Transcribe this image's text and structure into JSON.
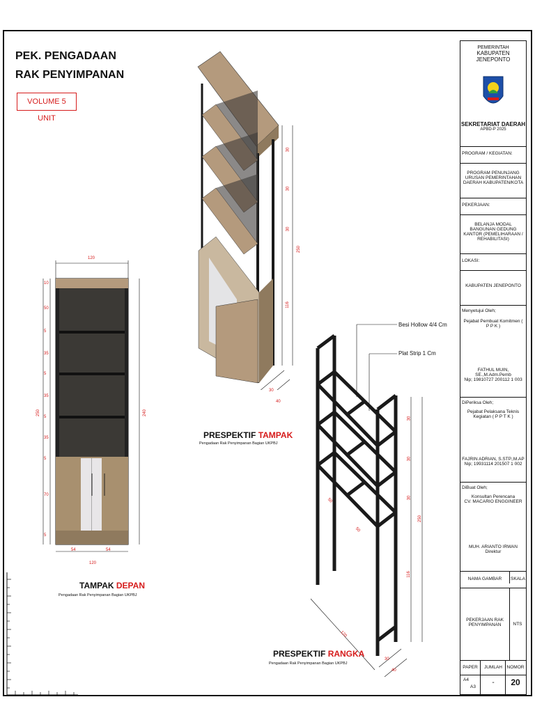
{
  "header": {
    "title_line1": "PEK. PENGADAAN",
    "title_line2": "RAK PENYIMPANAN",
    "volume": "VOLUME 5 UNIT"
  },
  "views": {
    "front": {
      "title_a": "TAMPAK ",
      "title_b": "DEPAN",
      "subtitle": "Pengadaan Rak Penyimpanan Bagian UKPBJ"
    },
    "perspective": {
      "title_a": "PRESPEKTIF ",
      "title_b": "TAMPAK",
      "subtitle": "Pengadaan Rak Penyimpanan Bagian UKPBJ"
    },
    "frame": {
      "title_a": "PRESPEKTIF ",
      "title_b": "RANGKA",
      "subtitle": "Pengadaan Rak Penyimpanan Bagian UKPBJ"
    }
  },
  "annotations": {
    "besi": "Besi Hollow 4/4  Cm",
    "plat": "Plat Strip 1 Cm"
  },
  "dims": {
    "front_top": "120",
    "front_bottom": "120",
    "front_half1": "54",
    "front_half2": "54",
    "front_height": "250",
    "front_height_right": "240",
    "front_segments": [
      "10",
      "50",
      "5",
      "35",
      "5",
      "35",
      "5",
      "35",
      "5",
      "70",
      "5"
    ],
    "persp_right": [
      "30",
      "30",
      "30",
      "116"
    ],
    "persp_total": "250",
    "persp_bottom": [
      "30",
      "40"
    ],
    "frame_right": [
      "30",
      "30",
      "30",
      "116"
    ],
    "frame_total": "250",
    "frame_diag": "120",
    "frame_mid": [
      "50",
      "50"
    ],
    "frame_bottom": [
      "30",
      "40"
    ]
  },
  "title_block": {
    "gov1": "PEMERINTAH",
    "gov2": "KABUPATEN  JENEPONTO",
    "dept": "SEKRETARIAT DAERAH",
    "budget": "APBD-P 2025",
    "program_label": "PROGRAM / KEGIATAN:",
    "program_value": "PROGRAM PENUNJANG URUSAN PEMERINTAHAN DAERAH KABUPATEN/KOTA",
    "job_label": "PEKERJAAN:",
    "job_value": "BELANJA MODAL BANGUNAN GEDUNG KANTOR (PEMELIHARAAN / REHABILITASI)",
    "loc_label": "LOKASI:",
    "loc_value": "KABUPATEN JENEPONTO",
    "approved_label": "Menyetujui Oleh;",
    "approved_role": "Pejabat Pembuat Komitmen ( P P K )",
    "approved_name": "FATHUL MUIN, SE.,M.Adm.Pemb",
    "approved_nip": "Nip; 19810727 200112 1 003",
    "checked_label": "DiPeriksa Oleh;",
    "checked_role": "Pejabat Pelaksana Teknis Kegiatan ( P P T K )",
    "checked_name": "FAJRIN ADRIAN, S.STP.,M.AP",
    "checked_nip": "Nip; 19931114 201507 1 002",
    "made_label": "DiBuat Oleh;",
    "made_role": "Konsultan Perencana",
    "made_company": "CV. MACARIO ENGGINEER",
    "made_name": "MUH. ARIANTO IRWAN",
    "made_title": "Direktur",
    "drawing_label": "NAMA GAMBAR",
    "scale_label": "SKALA",
    "drawing_value": "PEKERJAAN RAK PENYIMPANAN",
    "scale_value": "NTS",
    "paper_label": "PAPER",
    "count_label": "JUMLAH",
    "number_label": "NOMOR",
    "paper_a4": "A4",
    "paper_a3": "A3",
    "count_value": "-",
    "number_value": "20"
  },
  "colors": {
    "accent": "#d61b1b",
    "wood": "#b49a7d",
    "steel": "#1a1a1a"
  }
}
